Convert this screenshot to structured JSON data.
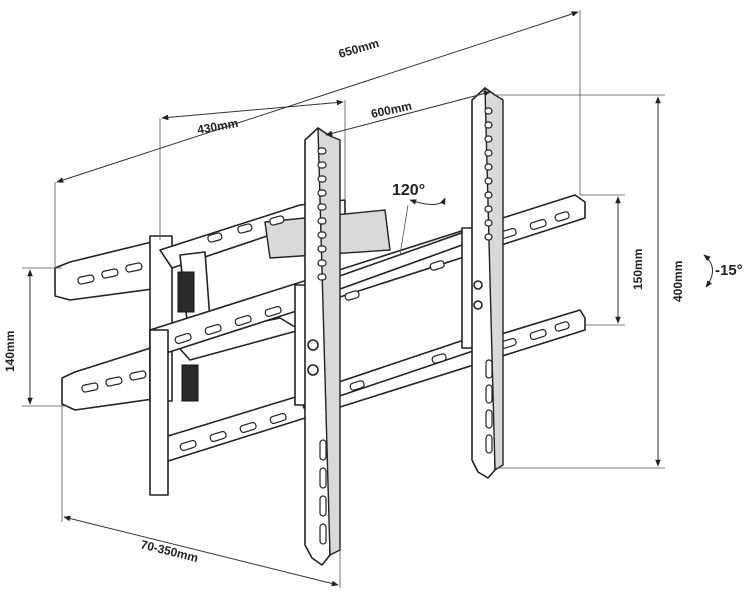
{
  "dimensions": {
    "overall_width": "650mm",
    "arm_width": "430mm",
    "hole_width": "600mm",
    "swivel": "120°",
    "vertical_holes": "150mm",
    "overall_height": "400mm",
    "tilt": "-15°",
    "wall_plate_height": "140mm",
    "extension": "70-350mm"
  }
}
